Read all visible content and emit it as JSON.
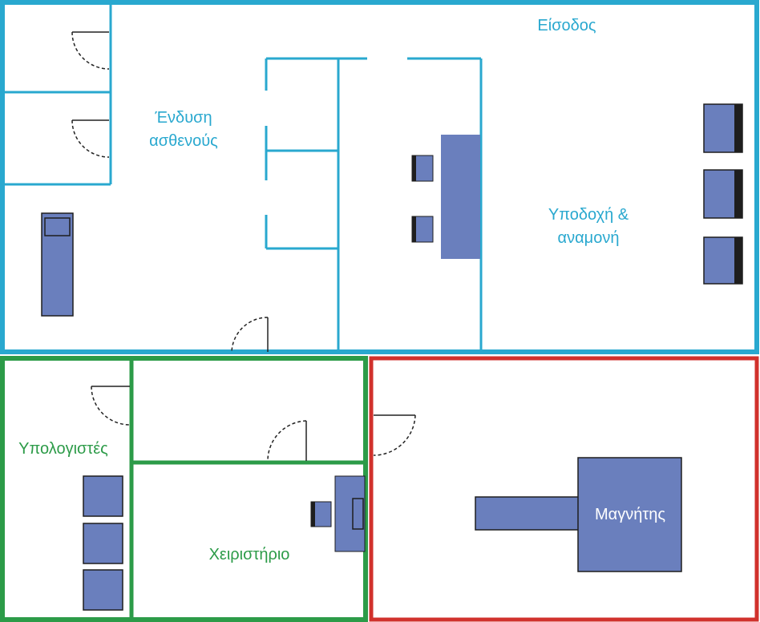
{
  "colors": {
    "blue_zone": "#29a8cf",
    "green_zone": "#2c9b48",
    "red_zone": "#d1312c",
    "furniture": "#6a7fbd",
    "furniture_outline": "#1e1e1e",
    "door": "#222222",
    "magnet_label": "#ffffff"
  },
  "zones": {
    "reception_area": {
      "entrance_label": "Είσοδος",
      "changing_label_line1": "Ένδυση",
      "changing_label_line2": "ασθενούς",
      "reception_label_line1": "Υποδοχή &",
      "reception_label_line2": "αναμονή"
    },
    "control_area": {
      "computers_label": "Υπολογιστές",
      "control_room_label": "Χειριστήριο"
    },
    "scanner_area": {
      "magnet_label": "Μαγνήτης"
    }
  }
}
